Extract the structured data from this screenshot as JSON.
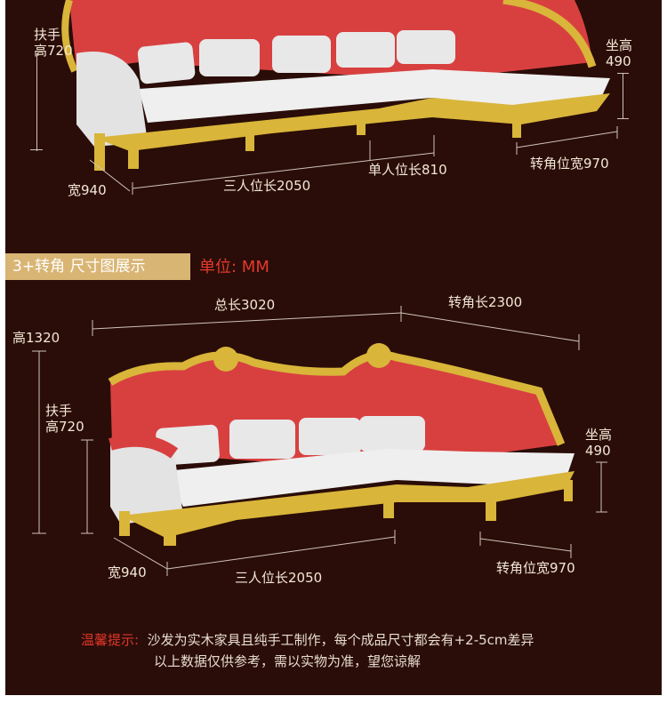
{
  "top_section": {
    "armrest_height_line1": "扶手",
    "armrest_height_line2": "高720",
    "seat_height_line1": "坐高",
    "seat_height_line2": "490",
    "width": "宽940",
    "three_seat_length": "三人位长2050",
    "single_seat_length": "单人位长810",
    "corner_width": "转角位宽970"
  },
  "banner": {
    "title": "3+转角  尺寸图展示",
    "unit": "单位: MM"
  },
  "bottom_section": {
    "total_length": "总长3020",
    "corner_length": "转角长2300",
    "height": "高1320",
    "armrest_height_line1": "扶手",
    "armrest_height_line2": "高720",
    "seat_height_line1": "坐高",
    "seat_height_line2": "490",
    "width": "宽940",
    "three_seat_length": "三人位长2050",
    "corner_width": "转角位宽970"
  },
  "note": {
    "title": "温馨提示:",
    "line1": "沙发为实木家具且纯手工制作，每个成品尺寸都会有+2-5cm差异",
    "line2": "以上数据仅供参考，需以实物为准，望您谅解"
  },
  "colors": {
    "background": "#2a0d08",
    "fabric_red": "#d8403f",
    "gold_frame": "#d9b53a",
    "cushion_white": "#e8e8e8",
    "banner_bg": "#d9b574",
    "accent_red": "#e53a2c"
  }
}
